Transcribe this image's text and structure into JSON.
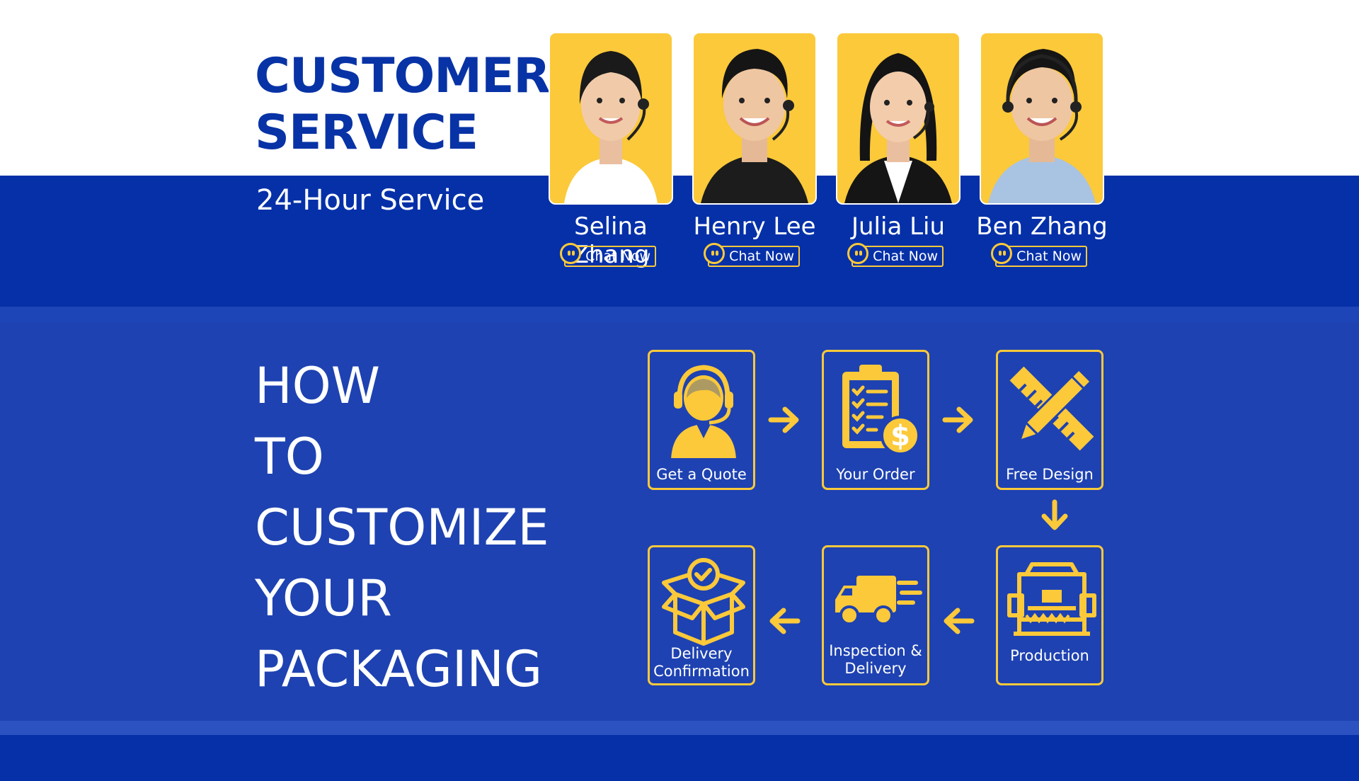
{
  "header": {
    "title_line1": "CUSTOMER",
    "title_line2": "SERVICE",
    "subtitle": "24-Hour Service"
  },
  "agents": [
    {
      "name": "Selina Zhang",
      "chat_label": "Chat Now"
    },
    {
      "name": "Henry Lee",
      "chat_label": "Chat Now"
    },
    {
      "name": "Julia Liu",
      "chat_label": "Chat Now"
    },
    {
      "name": "Ben Zhang",
      "chat_label": "Chat Now"
    }
  ],
  "process": {
    "heading_lines": [
      "HOW",
      "TO",
      "CUSTOMIZE",
      "YOUR",
      "PACKAGING"
    ],
    "steps": [
      {
        "label": "Get a Quote",
        "icon": "headset-agent-icon"
      },
      {
        "label": "Your Order",
        "icon": "clipboard-dollar-icon"
      },
      {
        "label": "Free Design",
        "icon": "pencil-ruler-icon"
      },
      {
        "label": "Production",
        "icon": "machine-icon"
      },
      {
        "label_line1": "Inspection &",
        "label_line2": "Delivery",
        "icon": "truck-icon"
      },
      {
        "label_line1": "Delivery",
        "label_line2": "Confirmation",
        "icon": "box-check-icon"
      }
    ]
  },
  "colors": {
    "brand_blue": "#0530a8",
    "panel_blue": "#1e42b1",
    "accent_yellow": "#fbc93a",
    "title_blue": "#0833a6"
  }
}
